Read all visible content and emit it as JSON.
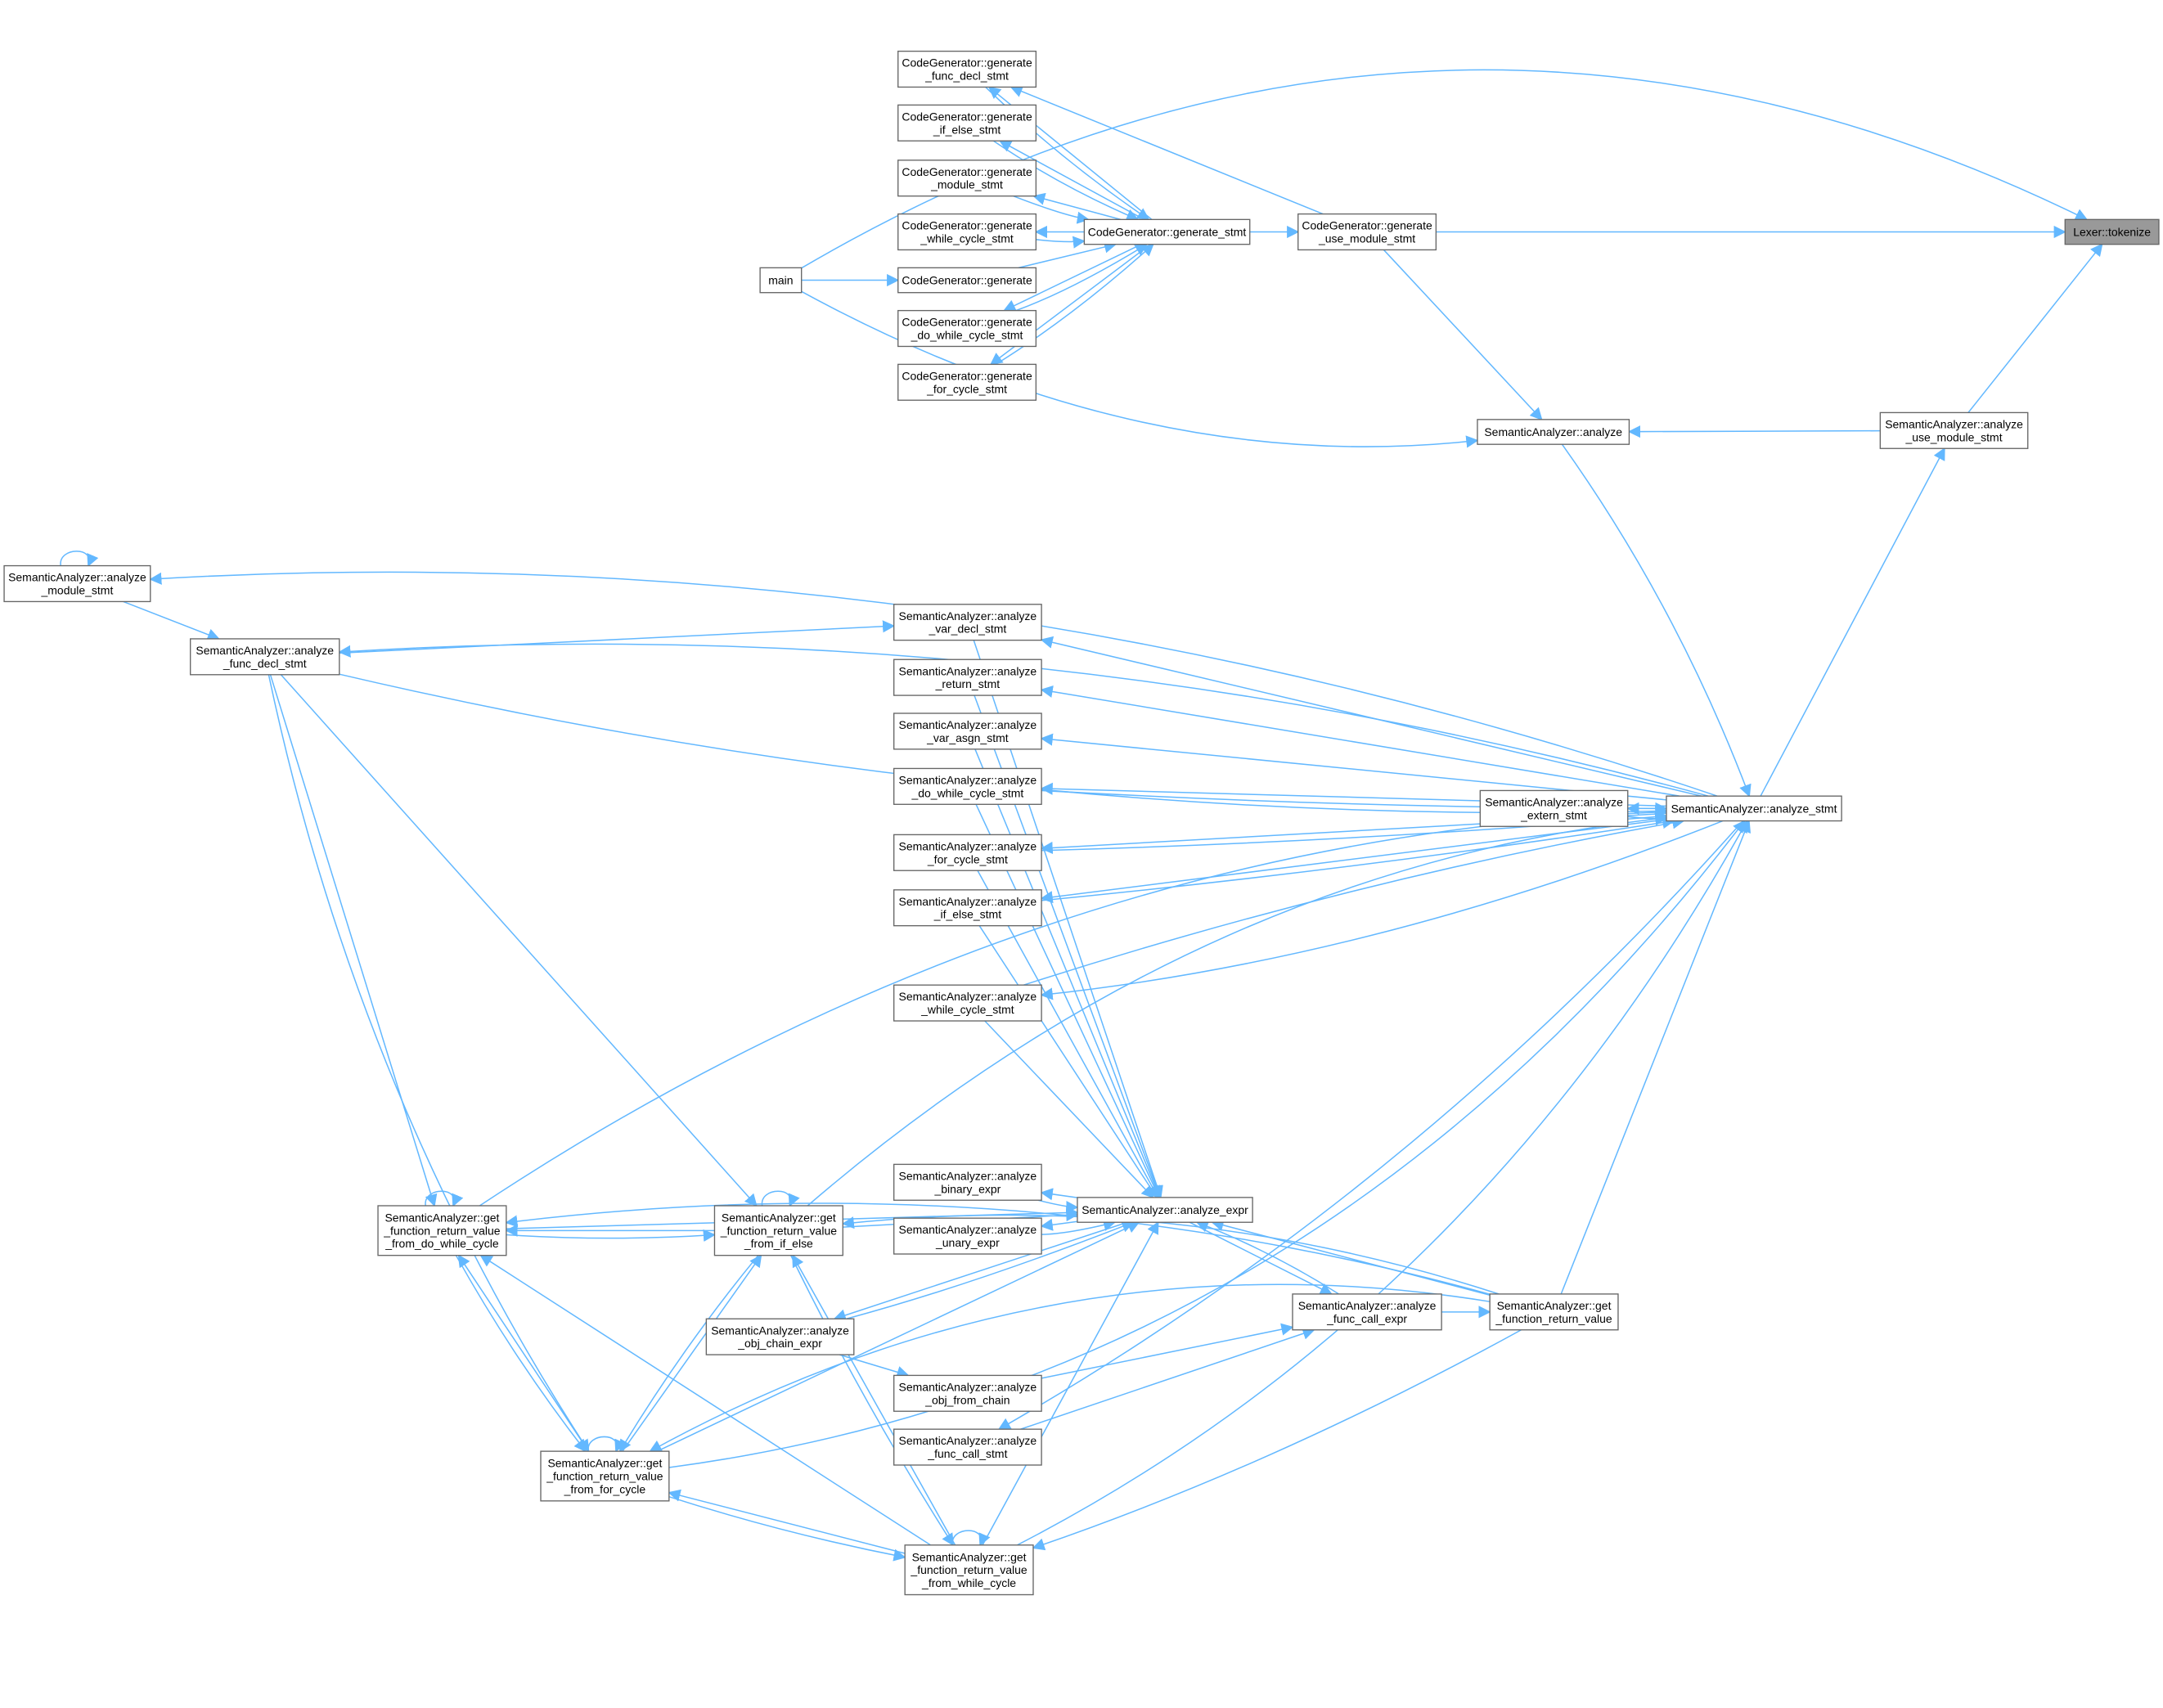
{
  "colors": {
    "edge": "#63b8ff",
    "node_border": "#666666",
    "focus_fill": "#999999"
  },
  "nodes": {
    "tokenize": [
      "Lexer::tokenize"
    ],
    "cg_func_decl": [
      "CodeGenerator::generate",
      "_func_decl_stmt"
    ],
    "cg_if_else": [
      "CodeGenerator::generate",
      "_if_else_stmt"
    ],
    "cg_module": [
      "CodeGenerator::generate",
      "_module_stmt"
    ],
    "cg_while": [
      "CodeGenerator::generate",
      "_while_cycle_stmt"
    ],
    "cg_generate": [
      "CodeGenerator::generate"
    ],
    "cg_do_while": [
      "CodeGenerator::generate",
      "_do_while_cycle_stmt"
    ],
    "cg_for": [
      "CodeGenerator::generate",
      "_for_cycle_stmt"
    ],
    "main": [
      "main"
    ],
    "cg_stmt": [
      "CodeGenerator::generate_stmt"
    ],
    "cg_use_module": [
      "CodeGenerator::generate",
      "_use_module_stmt"
    ],
    "sa_analyze": [
      "SemanticAnalyzer::analyze"
    ],
    "sa_use_module": [
      "SemanticAnalyzer::analyze",
      "_use_module_stmt"
    ],
    "sa_module": [
      "SemanticAnalyzer::analyze",
      "_module_stmt"
    ],
    "sa_func_decl": [
      "SemanticAnalyzer::analyze",
      "_func_decl_stmt"
    ],
    "sa_var_decl": [
      "SemanticAnalyzer::analyze",
      "_var_decl_stmt"
    ],
    "sa_return": [
      "SemanticAnalyzer::analyze",
      "_return_stmt"
    ],
    "sa_var_asgn": [
      "SemanticAnalyzer::analyze",
      "_var_asgn_stmt"
    ],
    "sa_do_while": [
      "SemanticAnalyzer::analyze",
      "_do_while_cycle_stmt"
    ],
    "sa_extern": [
      "SemanticAnalyzer::analyze",
      "_extern_stmt"
    ],
    "sa_stmt": [
      "SemanticAnalyzer::analyze_stmt"
    ],
    "sa_for": [
      "SemanticAnalyzer::analyze",
      "_for_cycle_stmt"
    ],
    "sa_if_else": [
      "SemanticAnalyzer::analyze",
      "_if_else_stmt"
    ],
    "sa_while": [
      "SemanticAnalyzer::analyze",
      "_while_cycle_stmt"
    ],
    "sa_binary": [
      "SemanticAnalyzer::analyze",
      "_binary_expr"
    ],
    "sa_expr": [
      "SemanticAnalyzer::analyze_expr"
    ],
    "sa_unary": [
      "SemanticAnalyzer::analyze",
      "_unary_expr"
    ],
    "gr_do_while": [
      "SemanticAnalyzer::get",
      "_function_return_value",
      "_from_do_while_cycle"
    ],
    "gr_if_else": [
      "SemanticAnalyzer::get",
      "_function_return_value",
      "_from_if_else"
    ],
    "sa_obj_chain": [
      "SemanticAnalyzer::analyze",
      "_obj_chain_expr"
    ],
    "sa_obj_from_chain": [
      "SemanticAnalyzer::analyze",
      "_obj_from_chain"
    ],
    "sa_func_call_expr": [
      "SemanticAnalyzer::analyze",
      "_func_call_expr"
    ],
    "gr_value": [
      "SemanticAnalyzer::get",
      "_function_return_value"
    ],
    "sa_func_call_stmt": [
      "SemanticAnalyzer::analyze",
      "_func_call_stmt"
    ],
    "gr_for": [
      "SemanticAnalyzer::get",
      "_function_return_value",
      "_from_for_cycle"
    ],
    "gr_while": [
      "SemanticAnalyzer::get",
      "_function_return_value",
      "_from_while_cycle"
    ]
  },
  "edges": [
    [
      "main",
      "tokenize"
    ],
    [
      "cg_use_module",
      "tokenize"
    ],
    [
      "sa_use_module",
      "tokenize"
    ],
    [
      "main",
      "cg_generate"
    ],
    [
      "cg_generate",
      "cg_stmt"
    ],
    [
      "cg_stmt",
      "cg_use_module"
    ],
    [
      "cg_stmt",
      "cg_func_decl"
    ],
    [
      "cg_func_decl",
      "cg_stmt"
    ],
    [
      "cg_stmt",
      "cg_if_else"
    ],
    [
      "cg_if_else",
      "cg_stmt"
    ],
    [
      "cg_stmt",
      "cg_module"
    ],
    [
      "cg_module",
      "cg_stmt"
    ],
    [
      "cg_stmt",
      "cg_while"
    ],
    [
      "cg_while",
      "cg_stmt"
    ],
    [
      "cg_stmt",
      "cg_do_while"
    ],
    [
      "cg_do_while",
      "cg_stmt"
    ],
    [
      "cg_stmt",
      "cg_for"
    ],
    [
      "cg_for",
      "cg_stmt"
    ],
    [
      "cg_use_module",
      "cg_func_decl"
    ],
    [
      "cg_use_module",
      "sa_analyze"
    ],
    [
      "main",
      "sa_analyze"
    ],
    [
      "sa_use_module",
      "sa_analyze"
    ],
    [
      "sa_analyze",
      "sa_stmt"
    ],
    [
      "sa_stmt",
      "sa_use_module"
    ],
    [
      "sa_stmt",
      "sa_module"
    ],
    [
      "sa_module",
      "sa_module"
    ],
    [
      "sa_module",
      "sa_func_decl"
    ],
    [
      "sa_stmt",
      "sa_func_decl"
    ],
    [
      "sa_func_decl",
      "sa_stmt"
    ],
    [
      "sa_func_decl",
      "sa_var_decl"
    ],
    [
      "sa_stmt",
      "sa_var_decl"
    ],
    [
      "sa_stmt",
      "sa_return"
    ],
    [
      "sa_stmt",
      "sa_var_asgn"
    ],
    [
      "sa_stmt",
      "sa_do_while"
    ],
    [
      "sa_do_while",
      "sa_stmt"
    ],
    [
      "sa_stmt",
      "sa_extern"
    ],
    [
      "sa_extern",
      "sa_stmt"
    ],
    [
      "sa_stmt",
      "sa_for"
    ],
    [
      "sa_for",
      "sa_stmt"
    ],
    [
      "sa_stmt",
      "sa_if_else"
    ],
    [
      "sa_if_else",
      "sa_stmt"
    ],
    [
      "sa_stmt",
      "sa_while"
    ],
    [
      "sa_while",
      "sa_stmt"
    ],
    [
      "sa_var_decl",
      "sa_expr"
    ],
    [
      "sa_return",
      "sa_expr"
    ],
    [
      "sa_var_asgn",
      "sa_expr"
    ],
    [
      "sa_do_while",
      "sa_expr"
    ],
    [
      "sa_for",
      "sa_expr"
    ],
    [
      "sa_if_else",
      "sa_expr"
    ],
    [
      "sa_while",
      "sa_expr"
    ],
    [
      "sa_expr",
      "sa_binary"
    ],
    [
      "sa_binary",
      "sa_expr"
    ],
    [
      "sa_expr",
      "sa_unary"
    ],
    [
      "sa_unary",
      "sa_expr"
    ],
    [
      "sa_expr",
      "sa_obj_chain"
    ],
    [
      "sa_obj_chain",
      "sa_expr"
    ],
    [
      "sa_expr",
      "sa_func_call_expr"
    ],
    [
      "sa_func_call_expr",
      "sa_expr"
    ],
    [
      "sa_obj_chain",
      "sa_obj_from_chain"
    ],
    [
      "sa_obj_from_chain",
      "sa_func_call_expr"
    ],
    [
      "sa_func_call_stmt",
      "sa_func_call_expr"
    ],
    [
      "sa_func_call_expr",
      "gr_value"
    ],
    [
      "gr_value",
      "sa_expr"
    ],
    [
      "gr_value",
      "sa_stmt"
    ],
    [
      "gr_value",
      "gr_do_while"
    ],
    [
      "gr_value",
      "gr_while"
    ],
    [
      "gr_value",
      "gr_if_else"
    ],
    [
      "gr_value",
      "gr_for"
    ],
    [
      "sa_stmt",
      "sa_func_call_stmt"
    ],
    [
      "sa_func_decl",
      "gr_do_while"
    ],
    [
      "sa_func_decl",
      "gr_if_else"
    ],
    [
      "sa_func_decl",
      "gr_for"
    ],
    [
      "gr_do_while",
      "sa_stmt"
    ],
    [
      "gr_if_else",
      "sa_stmt"
    ],
    [
      "gr_for",
      "sa_stmt"
    ],
    [
      "gr_while",
      "sa_stmt"
    ],
    [
      "gr_do_while",
      "sa_expr"
    ],
    [
      "gr_if_else",
      "sa_expr"
    ],
    [
      "gr_for",
      "sa_expr"
    ],
    [
      "gr_while",
      "sa_expr"
    ],
    [
      "gr_do_while",
      "gr_do_while"
    ],
    [
      "gr_if_else",
      "gr_if_else"
    ],
    [
      "gr_for",
      "gr_for"
    ],
    [
      "gr_while",
      "gr_while"
    ],
    [
      "gr_if_else",
      "gr_do_while"
    ],
    [
      "gr_do_while",
      "gr_if_else"
    ],
    [
      "gr_for",
      "gr_do_while"
    ],
    [
      "gr_do_while",
      "gr_for"
    ],
    [
      "gr_for",
      "gr_if_else"
    ],
    [
      "gr_if_else",
      "gr_for"
    ],
    [
      "gr_while",
      "gr_for"
    ],
    [
      "gr_for",
      "gr_while"
    ],
    [
      "gr_while",
      "gr_do_while"
    ],
    [
      "gr_while",
      "gr_if_else"
    ],
    [
      "gr_if_else",
      "gr_while"
    ]
  ]
}
